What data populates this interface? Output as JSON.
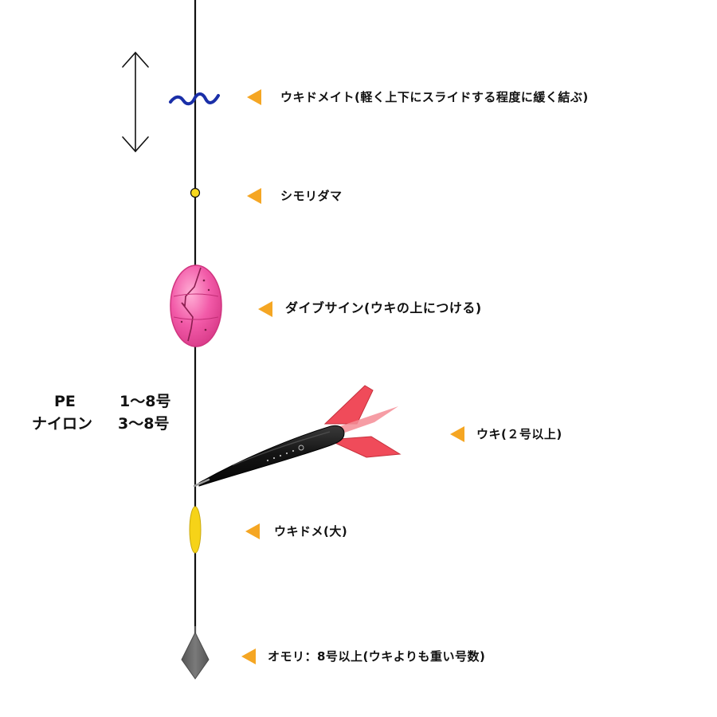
{
  "parts": {
    "stopper_knot": "ウキドメイト(軽く上下にスライドする程度に緩く結ぶ)",
    "bead": "シモリダマ",
    "dive_sign": "ダイブサイン(ウキの上につける)",
    "float": "ウキ(２号以上)",
    "stopper_large": "ウキドメ(大)",
    "sinker": "オモリ：8号以上(ウキよりも重い号数)"
  },
  "line_spec": {
    "pe_name": "PE",
    "pe_range": "1〜8号",
    "nylon_name": "ナイロン",
    "nylon_range": "3〜8号"
  },
  "colors": {
    "line": "#111111",
    "marker": "#f5a623",
    "knot": "#1a2fa8",
    "bead": "#f7d81e",
    "dive_sign": "#f25aa8",
    "float_body": "#151515",
    "float_fin": "#f04b5a",
    "stopper": "#f6d318",
    "sinker": "#666666"
  }
}
